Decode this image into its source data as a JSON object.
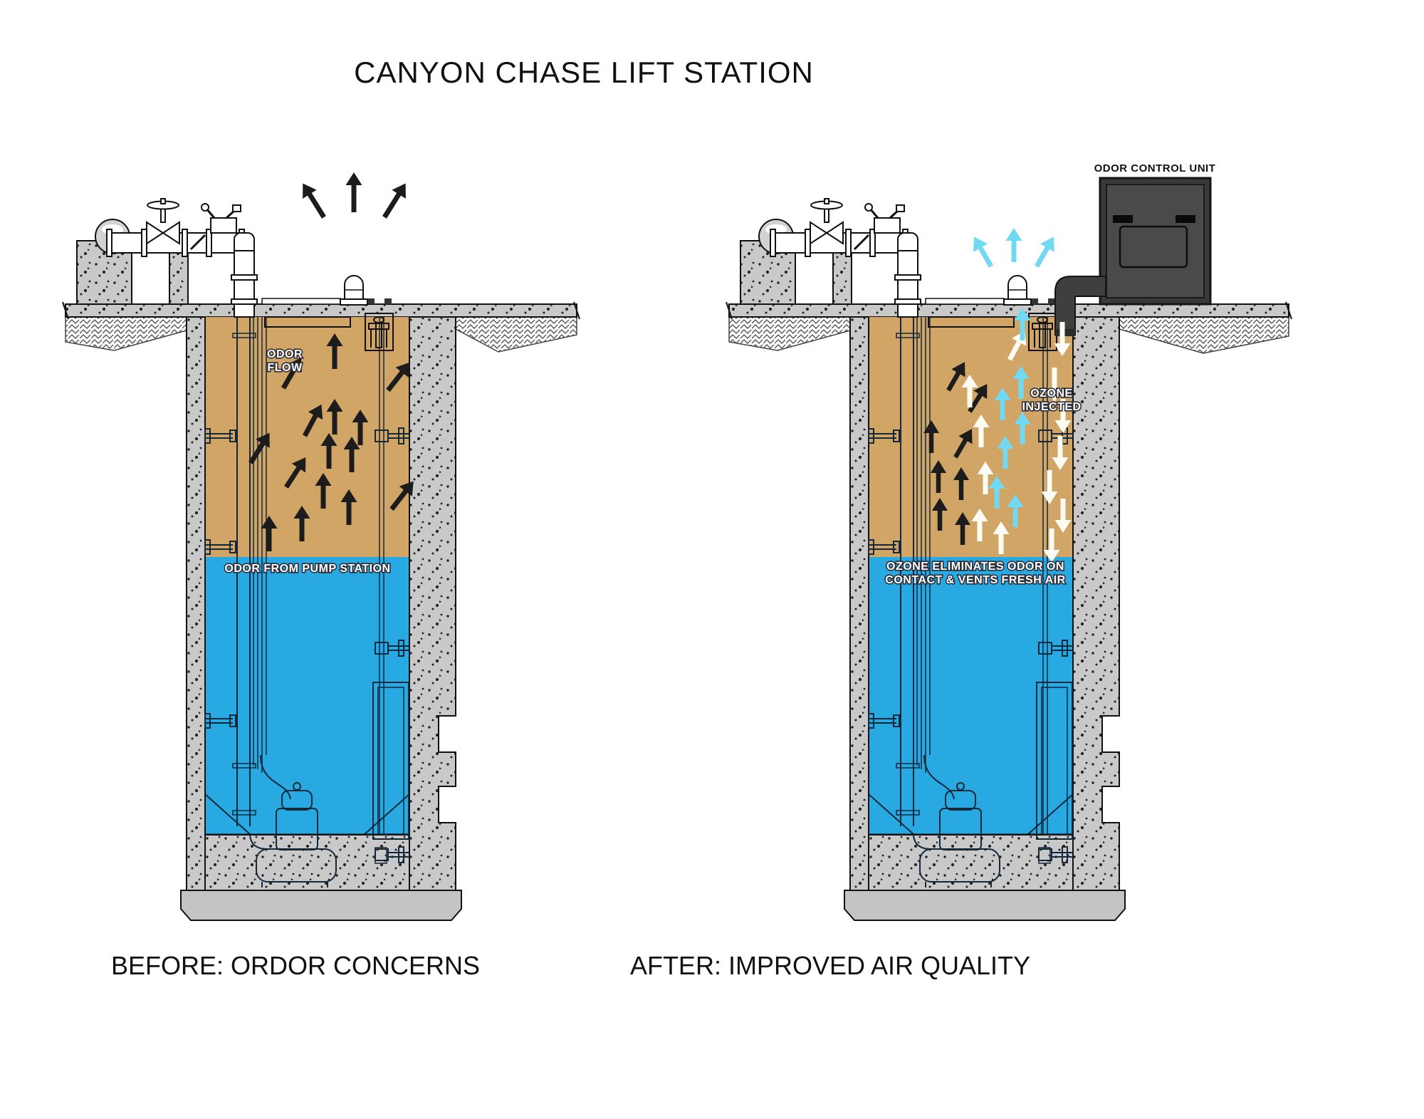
{
  "title": "CANYON CHASE LIFT STATION",
  "colors": {
    "odor_air": "#d1a566",
    "water": "#29a9e2",
    "concrete": "#c9c9c9",
    "unit_body": "#424242",
    "arrow_black": "#1c1c1c",
    "arrow_cyan": "#72d9f2",
    "arrow_white": "#fdfcf2"
  },
  "panels": {
    "before": {
      "caption": "BEFORE: ORDOR CONCERNS",
      "labels": {
        "odor_flow": [
          "ODOR",
          "FLOW"
        ],
        "water": "ODOR FROM PUMP STATION"
      },
      "arrows": {
        "vent": [
          [
            455,
            305,
            -32
          ],
          [
            497,
            298,
            0
          ],
          [
            540,
            305,
            32
          ]
        ],
        "odor": [
          [
            398,
            545,
            30
          ],
          [
            470,
            518,
            0
          ],
          [
            545,
            548,
            38
          ],
          [
            428,
            612,
            28
          ],
          [
            470,
            610,
            0
          ],
          [
            506,
            625,
            0
          ],
          [
            352,
            650,
            32
          ],
          [
            462,
            658,
            0
          ],
          [
            494,
            663,
            0
          ],
          [
            402,
            684,
            33
          ],
          [
            454,
            714,
            0
          ],
          [
            490,
            737,
            0
          ],
          [
            424,
            760,
            0
          ],
          [
            550,
            715,
            38
          ],
          [
            378,
            774,
            0
          ]
        ]
      }
    },
    "after": {
      "caption": "AFTER: IMPROVED AIR QUALITY",
      "unit_label": "ODOR CONTROL UNIT",
      "labels": {
        "ozone": [
          "OZONE",
          "INJECTED"
        ],
        "water": [
          "OZONE ELIMINATES ODOR ON",
          "CONTACT & VENTS FRESH AIR"
        ]
      },
      "arrows": {
        "vent": [
          [
            1392,
            374,
            -30
          ],
          [
            1424,
            368,
            0
          ],
          [
            1456,
            374,
            30
          ]
        ],
        "odor": [
          [
            1332,
            548,
            30
          ],
          [
            1362,
            578,
            32
          ],
          [
            1308,
            636,
            0
          ],
          [
            1342,
            642,
            30
          ],
          [
            1318,
            692,
            0
          ],
          [
            1350,
            702,
            0
          ],
          [
            1320,
            745,
            0
          ],
          [
            1352,
            765,
            0
          ]
        ],
        "fresh": [
          [
            1418,
            505,
            28
          ],
          [
            1362,
            572,
            0
          ],
          [
            1378,
            628,
            0
          ],
          [
            1384,
            694,
            0
          ],
          [
            1376,
            760,
            0
          ],
          [
            1406,
            778,
            0
          ]
        ],
        "ozone_up": [
          [
            1436,
            478,
            0
          ],
          [
            1434,
            560,
            0
          ],
          [
            1408,
            590,
            0
          ],
          [
            1436,
            624,
            0
          ],
          [
            1412,
            658,
            0
          ],
          [
            1400,
            714,
            0
          ],
          [
            1426,
            740,
            0
          ]
        ],
        "ozone_down": [
          [
            1492,
            452,
            180
          ],
          [
            1481,
            516,
            180
          ],
          [
            1493,
            560,
            180
          ],
          [
            1489,
            612,
            180
          ],
          [
            1474,
            660,
            180
          ],
          [
            1493,
            700,
            180
          ],
          [
            1477,
            742,
            180
          ]
        ]
      }
    }
  }
}
